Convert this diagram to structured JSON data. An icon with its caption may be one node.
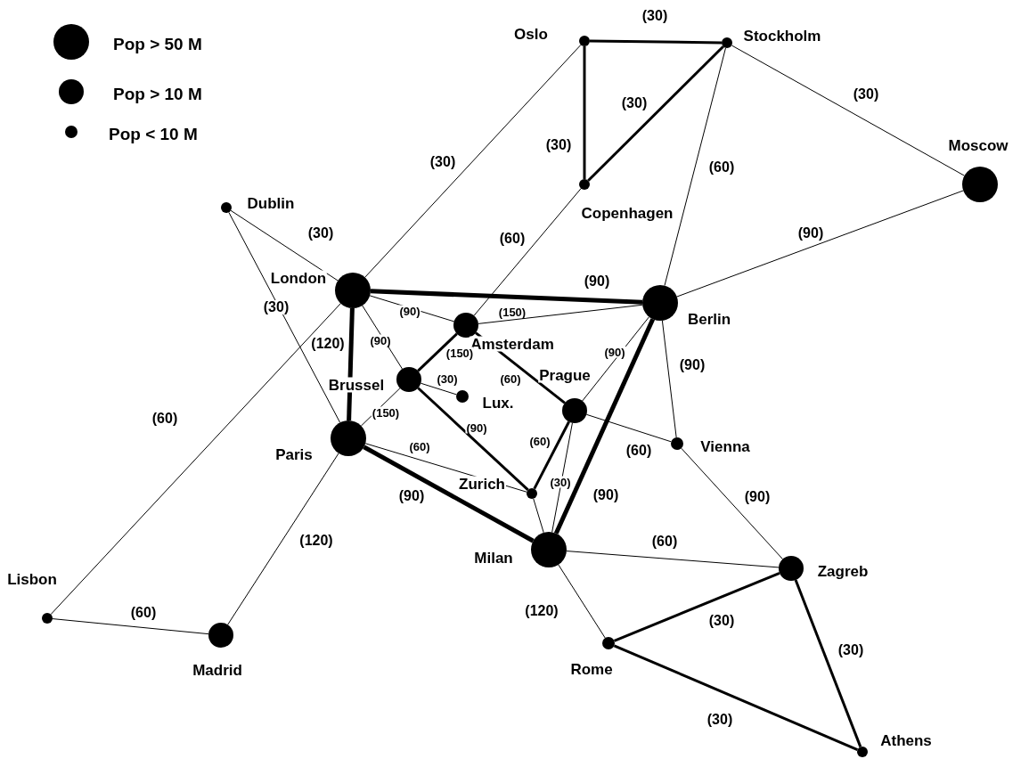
{
  "diagram": {
    "nodes": [
      {
        "text": [],
        "shape": "circle",
        "beside": [
          "Oslo"
        ]
      },
      {
        "text": [],
        "shape": "circle",
        "beside": [
          "Stockholm"
        ]
      },
      {
        "text": [],
        "shape": "circle",
        "beside": [
          "Moscow"
        ]
      },
      {
        "text": [],
        "shape": "circle",
        "beside": [
          "Dublin"
        ]
      },
      {
        "text": [],
        "shape": "circle",
        "beside": [
          "Copenhagen"
        ]
      },
      {
        "text": [],
        "shape": "circle",
        "beside": [
          "London"
        ]
      },
      {
        "text": [],
        "shape": "circle",
        "beside": [
          "Amsterdam"
        ]
      },
      {
        "text": [],
        "shape": "circle",
        "beside": [
          "Berlin"
        ]
      },
      {
        "text": [],
        "shape": "circle",
        "beside": [
          "Brussel"
        ]
      },
      {
        "text": [],
        "shape": "circle",
        "beside": [
          "Lux."
        ]
      },
      {
        "text": [],
        "shape": "circle",
        "beside": [
          "Prague"
        ]
      },
      {
        "text": [],
        "shape": "circle",
        "beside": [
          "Paris"
        ]
      },
      {
        "text": [],
        "shape": "circle",
        "beside": [
          "Vienna"
        ]
      },
      {
        "text": [],
        "shape": "circle",
        "beside": [
          "Zurich"
        ]
      },
      {
        "text": [],
        "shape": "circle",
        "beside": [
          "Milan"
        ]
      },
      {
        "text": [],
        "shape": "circle",
        "beside": [
          "Lisbon"
        ]
      },
      {
        "text": [],
        "shape": "circle",
        "beside": [
          "Madrid"
        ]
      },
      {
        "text": [],
        "shape": "circle",
        "beside": [
          "Zagreb"
        ]
      },
      {
        "text": [],
        "shape": "circle",
        "beside": [
          "Rome"
        ]
      },
      {
        "text": [],
        "shape": "circle",
        "beside": [
          "Athens"
        ]
      }
    ],
    "edges": [
      {
        "from": 0,
        "to": 1,
        "arrow": "none",
        "label": "(30)",
        "style": "thick"
      },
      {
        "from": 0,
        "to": 4,
        "arrow": "none",
        "label": "(30)",
        "style": "thick"
      },
      {
        "from": 1,
        "to": 4,
        "arrow": "none",
        "label": "(30)",
        "style": "thick"
      },
      {
        "from": 1,
        "to": 2,
        "arrow": "none",
        "label": "(30)"
      },
      {
        "from": 0,
        "to": 5,
        "arrow": "none",
        "label": "(30)"
      },
      {
        "from": 1,
        "to": 7,
        "arrow": "none",
        "label": "(60)"
      },
      {
        "from": 2,
        "to": 7,
        "arrow": "none",
        "label": "(90)"
      },
      {
        "from": 4,
        "to": 6,
        "arrow": "none",
        "label": "(60)"
      },
      {
        "from": 3,
        "to": 5,
        "arrow": "none",
        "label": "(30)"
      },
      {
        "from": 3,
        "to": 11,
        "arrow": "none",
        "label": "(30)"
      },
      {
        "from": 5,
        "to": 15,
        "arrow": "none",
        "label": "(60)"
      },
      {
        "from": 5,
        "to": 7,
        "arrow": "none",
        "label": "(90)",
        "style": "thick"
      },
      {
        "from": 5,
        "to": 6,
        "arrow": "none",
        "label": "(90)"
      },
      {
        "from": 5,
        "to": 8,
        "arrow": "none",
        "label": "(90)"
      },
      {
        "from": 5,
        "to": 11,
        "arrow": "none",
        "label": "(120)",
        "style": "thick"
      },
      {
        "from": 6,
        "to": 7,
        "arrow": "none",
        "label": "(150)"
      },
      {
        "from": 6,
        "to": 8,
        "arrow": "none",
        "label": "(150)",
        "style": "thick"
      },
      {
        "from": 6,
        "to": 10,
        "arrow": "none",
        "label": "(60)",
        "style": "thick"
      },
      {
        "from": 8,
        "to": 9,
        "arrow": "none",
        "label": "(30)"
      },
      {
        "from": 8,
        "to": 11,
        "arrow": "none",
        "label": "(150)"
      },
      {
        "from": 8,
        "to": 13,
        "arrow": "none",
        "label": "(90)",
        "style": "thick"
      },
      {
        "from": 7,
        "to": 10,
        "arrow": "none",
        "label": "(90)"
      },
      {
        "from": 7,
        "to": 14,
        "arrow": "none",
        "label": "(90)",
        "style": "thick"
      },
      {
        "from": 7,
        "to": 12,
        "arrow": "none",
        "label": "(90)"
      },
      {
        "from": 10,
        "to": 12,
        "arrow": "none",
        "label": "(60)"
      },
      {
        "from": 10,
        "to": 13,
        "arrow": "none",
        "label": "(60)",
        "style": "thick"
      },
      {
        "from": 10,
        "to": 14,
        "arrow": "none",
        "label": "(30)"
      },
      {
        "from": 11,
        "to": 13,
        "arrow": "none",
        "label": "(60)"
      },
      {
        "from": 11,
        "to": 14,
        "arrow": "none",
        "label": "(90)",
        "style": "thick"
      },
      {
        "from": 13,
        "to": 14,
        "arrow": "none"
      },
      {
        "from": 12,
        "to": 17,
        "arrow": "none",
        "label": "(90)"
      },
      {
        "from": 14,
        "to": 17,
        "arrow": "none",
        "label": "(60)"
      },
      {
        "from": 14,
        "to": 18,
        "arrow": "none",
        "label": "(120)"
      },
      {
        "from": 18,
        "to": 17,
        "arrow": "none",
        "label": "(30)",
        "style": "thick"
      },
      {
        "from": 18,
        "to": 19,
        "arrow": "none",
        "label": "(30)",
        "style": "thick"
      },
      {
        "from": 17,
        "to": 19,
        "arrow": "none",
        "label": "(30)",
        "style": "thick"
      },
      {
        "from": 15,
        "to": 16,
        "arrow": "none",
        "label": "(60)"
      },
      {
        "from": 11,
        "to": 16,
        "arrow": "none",
        "label": "(120)"
      }
    ],
    "legend": [
      {
        "text": "Pop > 50 M"
      },
      {
        "text": "Pop > 10 M"
      },
      {
        "text": "Pop < 10 M"
      }
    ]
  }
}
